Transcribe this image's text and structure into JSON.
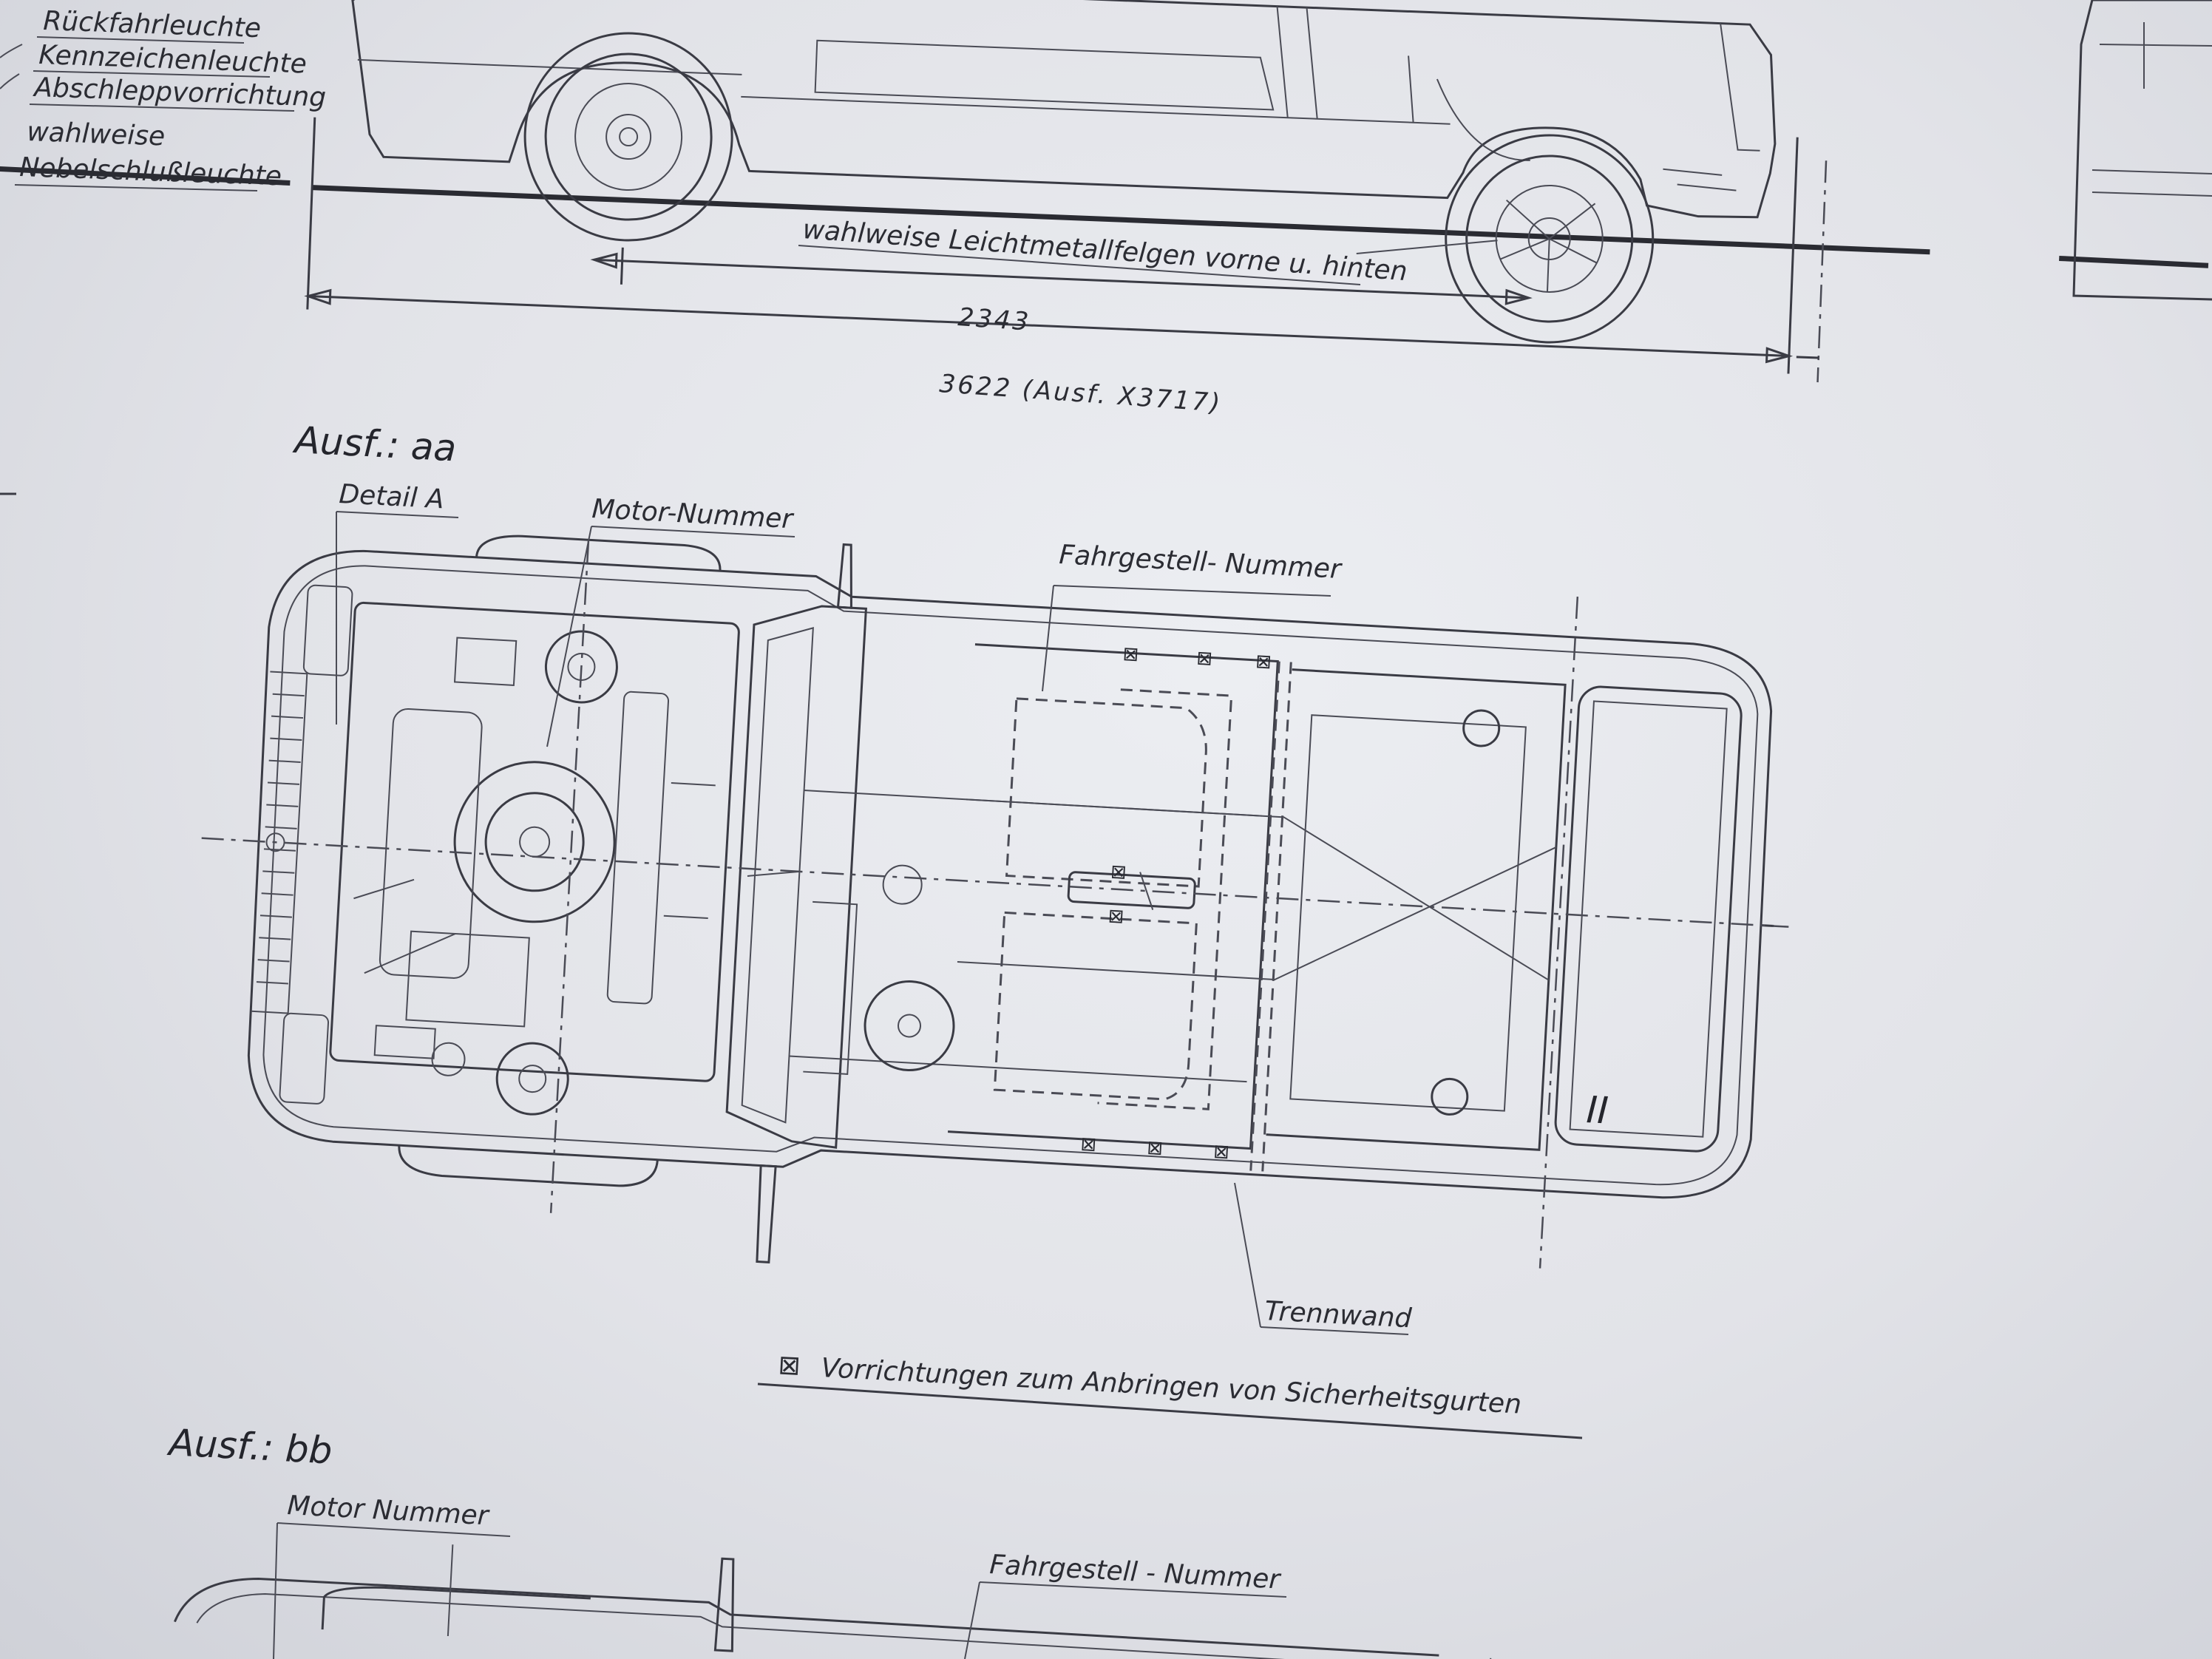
{
  "side_view_labels": {
    "rueckfahrleuchte": "Rückfahrleuchte",
    "kennzeichenleuchte": "Kennzeichenleuchte",
    "abschleppvorrichtung": "Abschleppvorrichtung",
    "wahlweise": "wahlweise",
    "nebelschlussleuchte": "Nebelschlußleuchte",
    "leichtmetallfelgen": "wahlweise Leichtmetallfelgen vorne u. hinten"
  },
  "dimensions": {
    "wheelbase": "2343",
    "overall_length": "3622 (Ausf. X3717)"
  },
  "variant_aa": {
    "title": "Ausf.: aa",
    "detail_a": "Detail A",
    "motor_nummer": "Motor-Nummer",
    "fahrgestell_nummer": "Fahrgestell- Nummer",
    "trennwand": "Trennwand",
    "roman_ii": "II",
    "seat_belt_symbol": "⊠",
    "seat_belt_note": "Vorrichtungen zum  Anbringen von Sicherheitsgurten"
  },
  "variant_bb": {
    "title": "Ausf.: bb",
    "motor_nummer": "Motor  Nummer",
    "fahrgestell_nummer": "Fahrgestell - Nummer"
  },
  "colors": {
    "paper": "#e4e5ea",
    "ink": "#2b2c33"
  }
}
